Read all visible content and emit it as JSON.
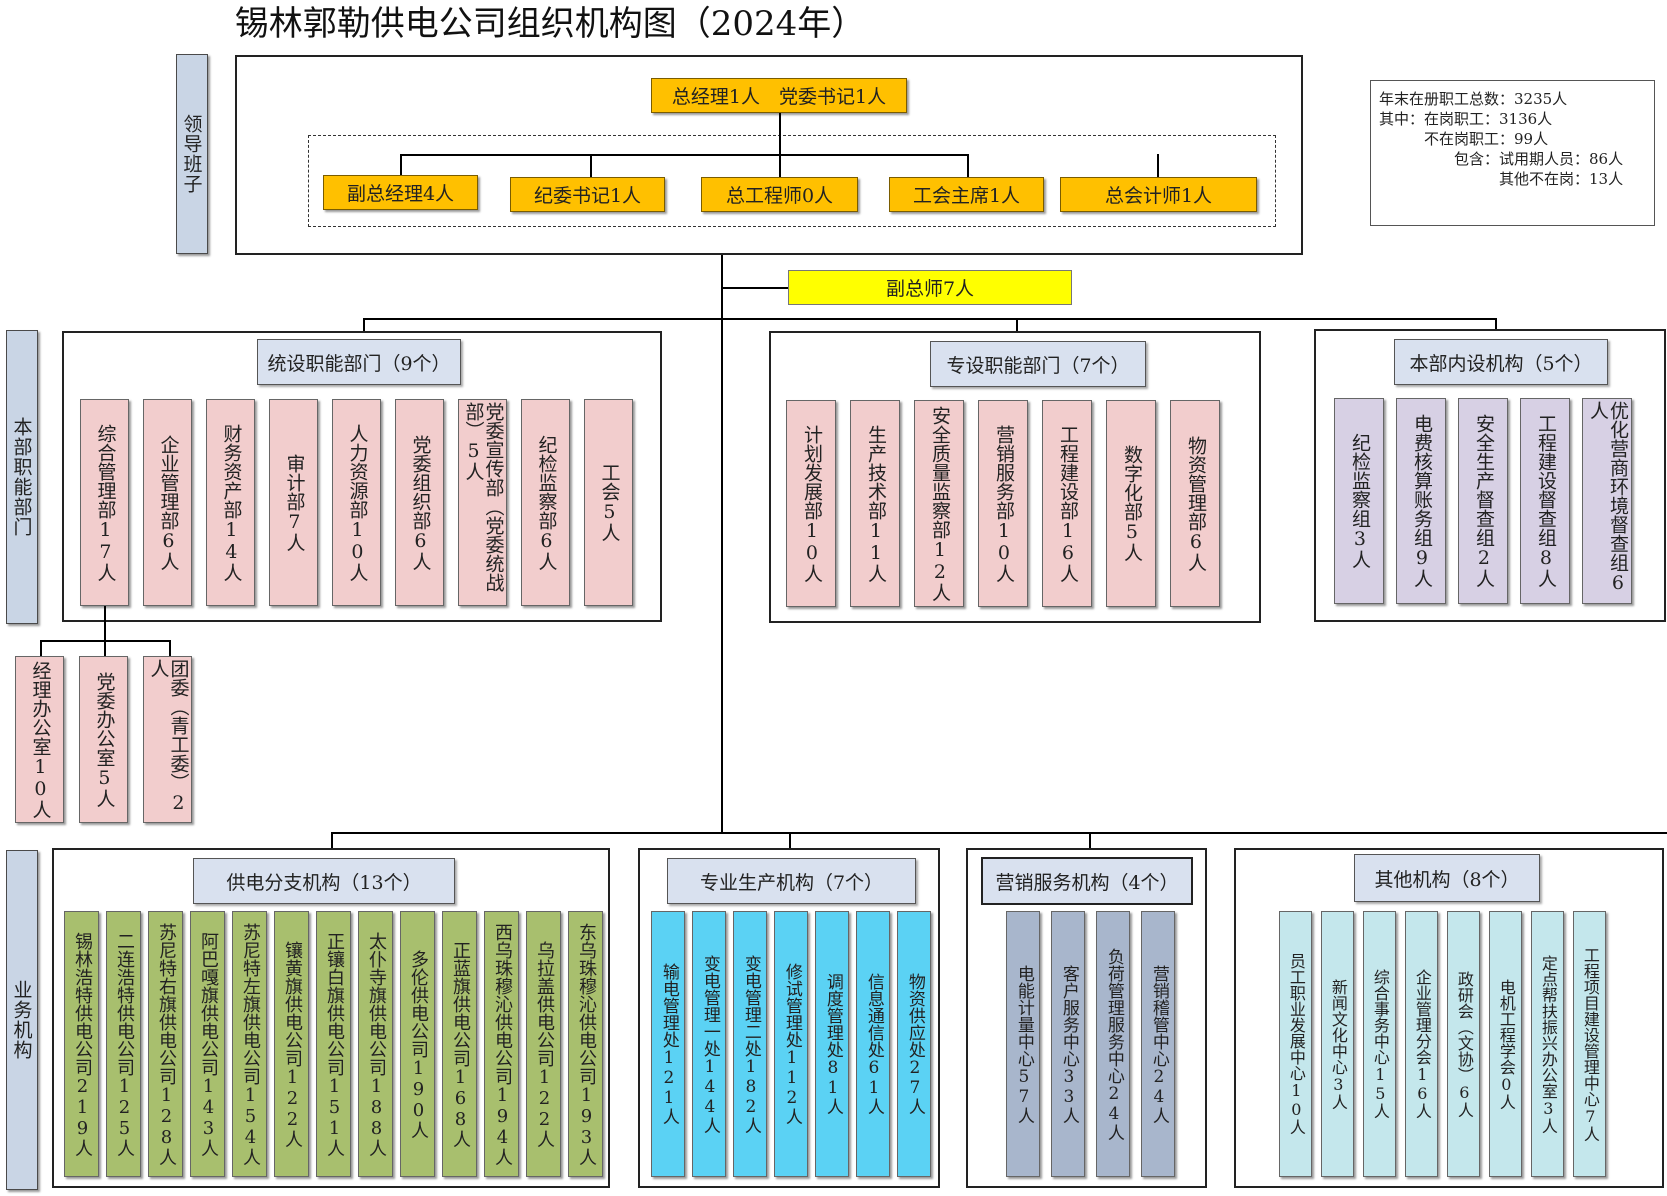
{
  "title": "锡林郭勒供电公司组织机构图（2024年）",
  "side_labels": {
    "leadership": "领导班子",
    "hq": "本部职能部门",
    "business": "业务机构"
  },
  "leadership": {
    "top": "总经理1人　党委书记1人",
    "deputies": [
      "副总经理4人",
      "纪委书记1人",
      "总工程师0人",
      "工会主席1人",
      "总会计师1人"
    ],
    "deputy_chief": "副总师7人"
  },
  "stats": [
    "年末在册职工总数：3235人",
    "其中：在岗职工：3136人",
    "　　　不在岗职工：99人",
    "　　　　　包含：试用期人员：86人",
    "　　　　　　　　其他不在岗：13人"
  ],
  "groups": {
    "general": {
      "header": "统设职能部门（9个）",
      "units": [
        "综合管理部17人",
        "企业管理部6人",
        "财务资产部14人",
        "审计部7人",
        "人力资源部10人",
        "党委组织部6人",
        "党委宣传部（党委统战部）5人",
        "纪检监察部6人",
        "工会5人"
      ],
      "sub_units": [
        "经理办公室10人",
        "党委办公室5人",
        "团委（青工委）2人"
      ]
    },
    "special": {
      "header": "专设职能部门（7个）",
      "units": [
        "计划发展部10人",
        "生产技术部11人",
        "安全质量监察部12人",
        "营销服务部10人",
        "工程建设部16人",
        "数字化部5人",
        "物资管理部6人"
      ]
    },
    "internal": {
      "header": "本部内设机构（5个）",
      "units": [
        "纪检监察组3人",
        "电费核算账务组9人",
        "安全生产督查组2人",
        "工程建设督查组8人",
        "优化营商环境督查组6人"
      ]
    },
    "supply": {
      "header": "供电分支机构（13个）",
      "units": [
        "锡林浩特供电公司219人",
        "二连浩特供电公司125人",
        "苏尼特右旗供电公司128人",
        "阿巴嘎旗供电公司143人",
        "苏尼特左旗供电公司154人",
        "镶黄旗供电公司122人",
        "正镶白旗供电公司151人",
        "太仆寺旗供电公司188人",
        "多伦供电公司190人",
        "正蓝旗供电公司168人",
        "西乌珠穆沁供电公司194人",
        "乌拉盖供电公司122人",
        "东乌珠穆沁供电公司193人"
      ]
    },
    "production": {
      "header": "专业生产机构（7个）",
      "units": [
        "输电管理处121人",
        "变电管理一处144人",
        "变电管理二处182人",
        "修试管理处112人",
        "调度管理处81人",
        "信息通信处61人",
        "物资供应处27人"
      ]
    },
    "marketing": {
      "header": "营销服务机构（4个）",
      "units": [
        "电能计量中心57人",
        "客户服务中心33人",
        "负荷管理服务中心24人",
        "营销稽管中心24人"
      ]
    },
    "other": {
      "header": "其他机构（8个）",
      "units": [
        "员工职业发展中心10人",
        "新闻文化中心3人",
        "综合事务中心15人",
        "企业管理分会16人",
        "政研会（文协）6人",
        "电机工程学会0人",
        "定点帮扶振兴办公室3人",
        "工程项目建设管理中心7人"
      ]
    }
  },
  "colors": {
    "leader": "#ffc000",
    "deputy_chief": "#ffff00",
    "header": "#d9e1ef",
    "side": "#c9d5e5",
    "pink": "#f2cdcd",
    "purple": "#d7d0e4",
    "green": "#a8bf6e",
    "cyan": "#5bd2f4",
    "slate": "#a8b6cc",
    "light_cyan": "#c4e7ec"
  }
}
